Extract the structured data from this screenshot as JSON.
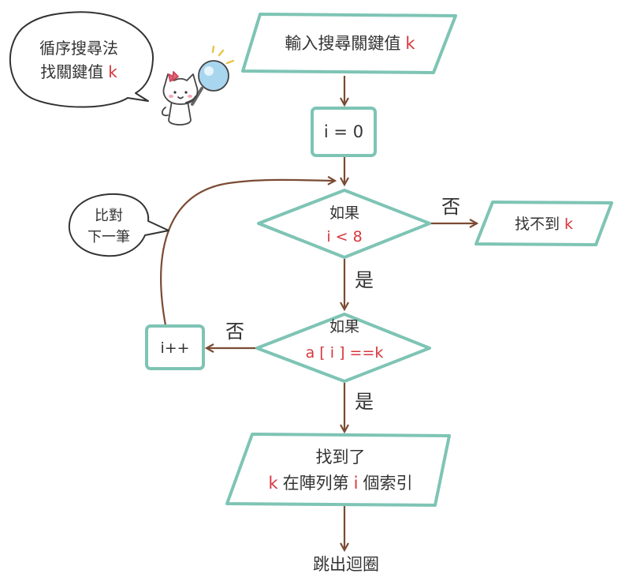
{
  "colors": {
    "shape_stroke": "#7ec4b5",
    "arrow": "#7a4b33",
    "text": "#333333",
    "highlight": "#d9363e",
    "bubble_stroke": "#333333"
  },
  "input_box": {
    "text": "輸入搜尋關鍵值",
    "var": "k"
  },
  "init_box": {
    "text": "i = 0"
  },
  "decision1": {
    "line1": "如果",
    "line2": "i < 8"
  },
  "not_found_box": {
    "text": "找不到",
    "var": "k"
  },
  "decision2": {
    "line1": "如果",
    "line2": "a [ i ] ==k"
  },
  "increment_box": {
    "text": "i++"
  },
  "found_box": {
    "line1": "找到了",
    "line2_var": "k",
    "line2_a": "在陣列第",
    "line2_i": "i",
    "line2_b": "個索引"
  },
  "exit_text": "跳出迴圈",
  "labels": {
    "no1": "否",
    "yes1": "是",
    "no2": "否",
    "yes2": "是"
  },
  "bubble_top": {
    "line1": "循序搜尋法",
    "line2_text": "找關鍵值",
    "line2_var": "k"
  },
  "bubble_left": {
    "line1": "比對",
    "line2": "下一筆"
  },
  "mascot": {
    "icon": "cat-with-magnifier-icon"
  }
}
